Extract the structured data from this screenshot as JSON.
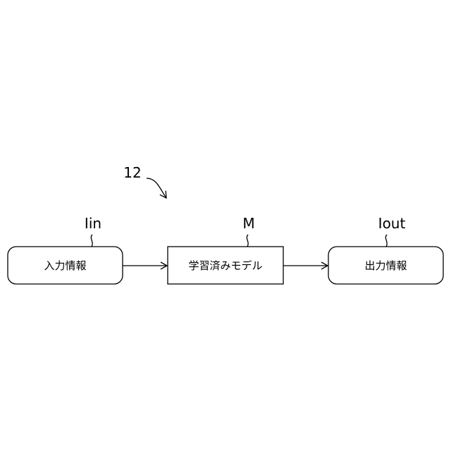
{
  "figure_ref": "12",
  "nodes": [
    {
      "id": "input",
      "ref": "Iin",
      "label": "入力情報"
    },
    {
      "id": "model",
      "ref": "M",
      "label": "学習済みモデル"
    },
    {
      "id": "output",
      "ref": "Iout",
      "label": "出力情報"
    }
  ],
  "edges": [
    {
      "from": "input",
      "to": "model"
    },
    {
      "from": "model",
      "to": "output"
    }
  ]
}
